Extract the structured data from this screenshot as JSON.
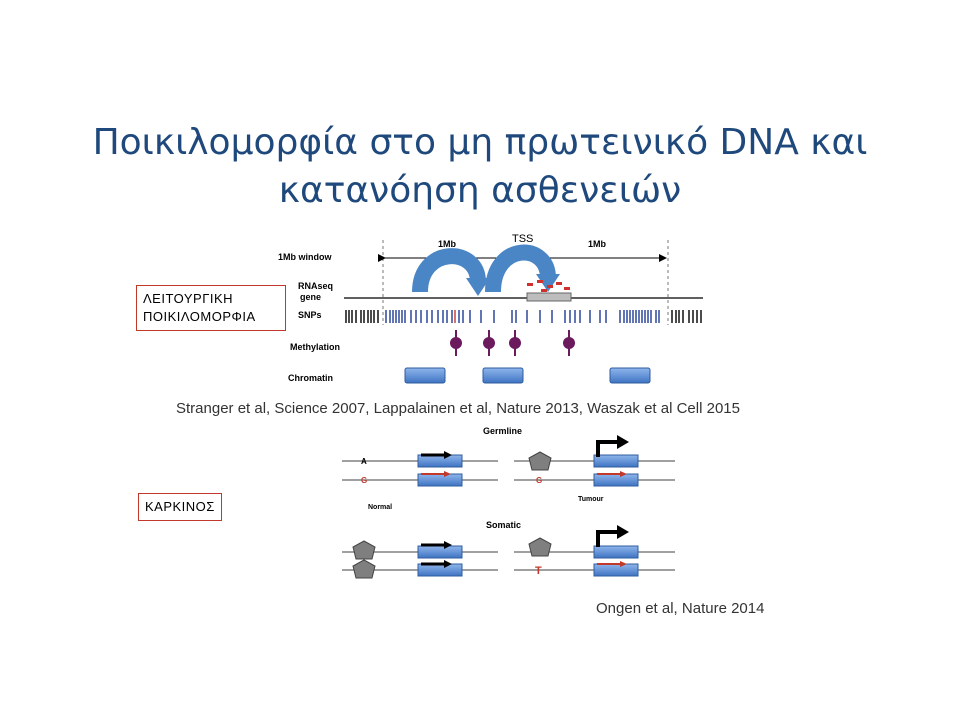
{
  "slide": {
    "title_line1": "Ποικιλομορφία στο μη πρωτεινικό DNA και",
    "title_line2": "κατανόηση ασθενειών"
  },
  "functional": {
    "box_label_line1": "ΛΕΙΤΟΥΡΓΙΚΗ",
    "box_label_line2": "ΠΟΙΚΙΛΟΜΟΡΦΙΑ",
    "window_label": "1Mb window",
    "left_1mb": "1Mb",
    "right_1mb": "1Mb",
    "tss": "TSS",
    "rnaseq": "RNAseq",
    "gene": "gene",
    "snps": "SNPs",
    "methylation": "Methylation",
    "chromatin": "Chromatin",
    "citation": "Stranger et al, Science 2007, Lappalainen et al, Nature 2013, Waszak et al Cell 2015"
  },
  "cancer": {
    "box_label": "ΚΑΡΚΙΝΟΣ",
    "germline": "Germline",
    "somatic": "Somatic",
    "normal": "Normal",
    "tumour": "Tumour",
    "allele_a": "A",
    "allele_g1": "G",
    "allele_g2": "G",
    "allele_t": "T",
    "citation": "Ongen et al, Nature 2014"
  },
  "colors": {
    "title": "#1f497d",
    "box_border": "#c0392b",
    "snp_blue": "#1f3a93",
    "methyl": "#6b1a5e",
    "chromatin": "#5b8fd6",
    "arrow": "#4a86c5"
  }
}
